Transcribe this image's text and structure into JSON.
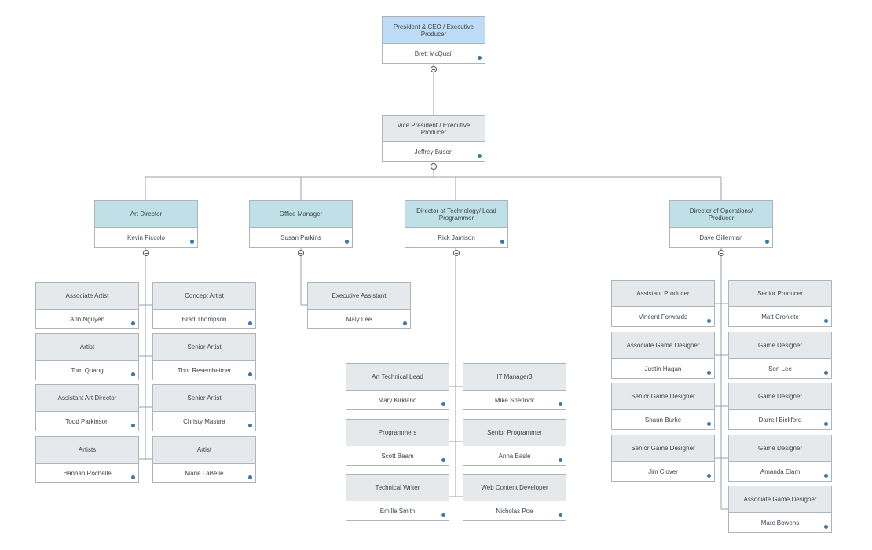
{
  "nodes": [
    {
      "title": "President & CEO / Executive Producer",
      "name": "Brett McQuail"
    },
    {
      "title": "Vice President / Executive Producer",
      "name": "Jeffrey Buson"
    },
    {
      "title": "Art Director",
      "name": "Kevin Piccolo"
    },
    {
      "title": "Office Manager",
      "name": "Susan Parkins"
    },
    {
      "title": "Director of Technology/ Lead Programmer",
      "name": "Rick Jamison"
    },
    {
      "title": "Director of Operations/ Producer",
      "name": "Dave Gillerman"
    },
    {
      "title": "Associate Artist",
      "name": "Anh Nguyen"
    },
    {
      "title": "Concept Artist",
      "name": "Brad Thompson"
    },
    {
      "title": "Artist",
      "name": "Tom Quang"
    },
    {
      "title": "Senior Artist",
      "name": "Thor Resemheimer"
    },
    {
      "title": "Assistant Art Director",
      "name": "Todd Parkinson"
    },
    {
      "title": "Senior Artist",
      "name": "Christy Masura"
    },
    {
      "title": "Artists",
      "name": "Hannah Rochelle"
    },
    {
      "title": "Artist",
      "name": "Marie LaBelle"
    },
    {
      "title": "Executive Assistant",
      "name": "Maly Lee"
    },
    {
      "title": "Art Technical Lead",
      "name": "Mary Kirkland"
    },
    {
      "title": "IT Manager3",
      "name": "Mike Sherlock"
    },
    {
      "title": "Programmers",
      "name": "Scott Beam"
    },
    {
      "title": "Senior Programmer",
      "name": "Anna Basle"
    },
    {
      "title": "Technical Writer",
      "name": "Emille Smith"
    },
    {
      "title": "Web Content Developer",
      "name": "Nicholas Poe"
    },
    {
      "title": "Assistant Producer",
      "name": "Vincent Forwards"
    },
    {
      "title": "Senior Producer",
      "name": "Matt Cronkite"
    },
    {
      "title": "Associate Game Designer",
      "name": "Justin Hagan"
    },
    {
      "title": "Game Designer",
      "name": "Son Lee"
    },
    {
      "title": "Senior Game Designer",
      "name": "Shaun Burke"
    },
    {
      "title": "Game Designer",
      "name": "Darrell Bickford"
    },
    {
      "title": "Senior Game Designer",
      "name": "Jim Clover"
    },
    {
      "title": "Game Designer",
      "name": "Amanda Elam"
    },
    {
      "title": "Associate Game Designer",
      "name": "Marc Bowens"
    }
  ]
}
